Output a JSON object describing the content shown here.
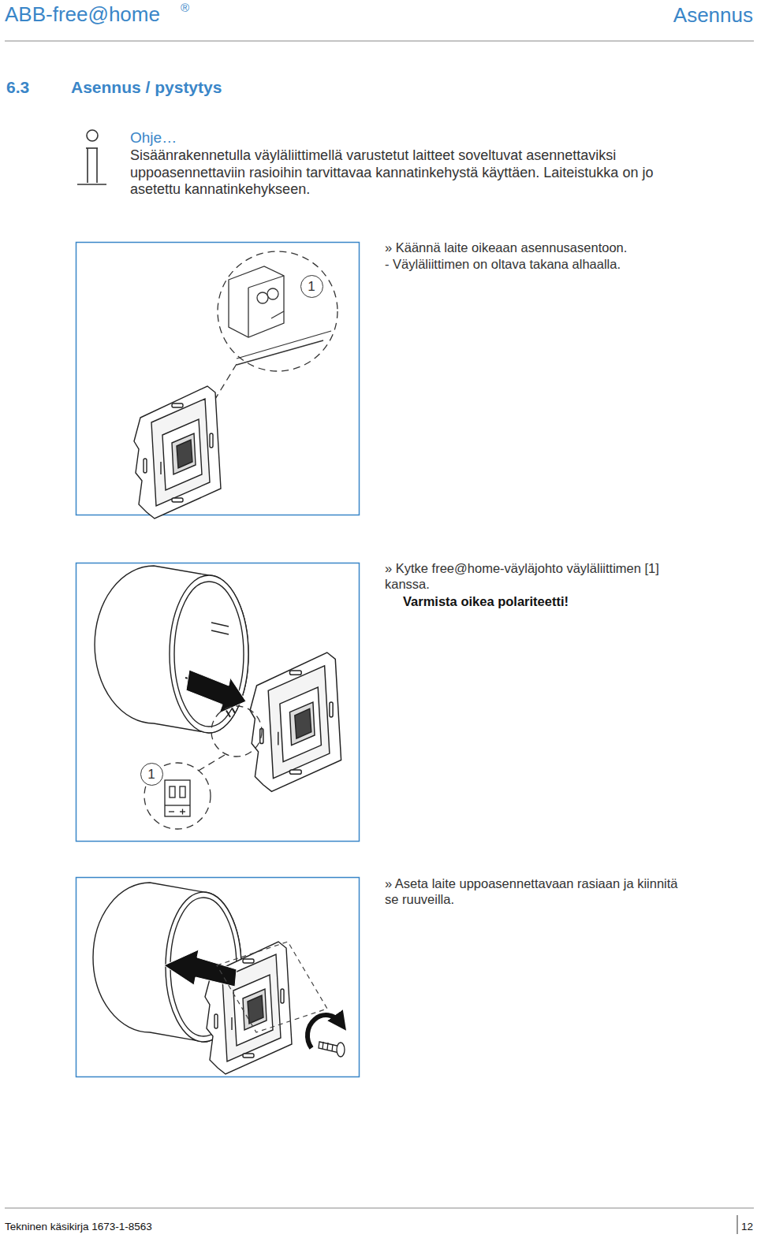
{
  "diagram": {
    "title": "Asennus / pystytys",
    "nodes": [
      {
        "text": [
          "1"
        ]
      },
      {
        "text": [
          "1"
        ]
      }
    ],
    "labels": [
      "ABB-free@home",
      "®",
      "Asennus",
      "6.3",
      "Ohje…",
      "Sisäänrakennetulla väyläliittimellä varustetut laitteet soveltuvat asennettaviksi uppoasennettaviin rasioihin tarvittavaa kannatinkehystä käyttäen. Laiteistukka on jo asetettu kannatinkehykseen.",
      "» Käännä laite oikeaan asennusasentoon.",
      "- Väyläliittimen on oltava takana alhaalla.",
      "» Kytke free@home-väyläjohto väyläliittimen [1] kanssa.",
      "Varmista oikea polariteetti!",
      "» Aseta laite uppoasennettavaan rasiaan ja kiinnitä se ruuveilla.",
      "Tekninen käsikirja 1673-1-8563",
      "12"
    ]
  }
}
